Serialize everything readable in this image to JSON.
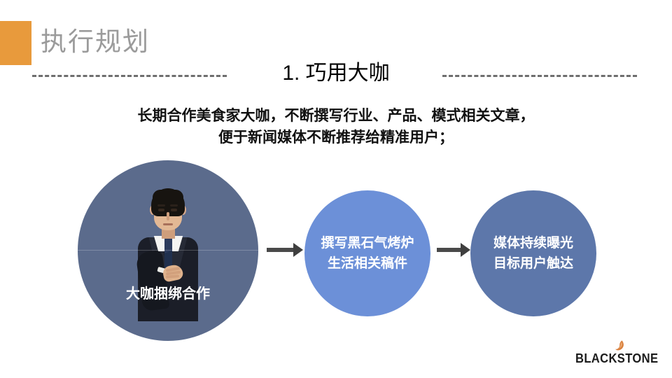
{
  "slide": {
    "header": {
      "accent_color": "#E89A3C",
      "title": "执行规划",
      "title_color": "#9B9B9B"
    },
    "section": {
      "title": "1. 巧用大咖",
      "rule_style": "dashed",
      "rule_color": "#6E6E6E"
    },
    "body": {
      "line1": "长期合作美食家大咖，不断撰写行业、产品、模式相关文章，",
      "line2": "便于新闻媒体不断推荐给精准用户；"
    },
    "flow": {
      "nodes": [
        {
          "id": "node-1",
          "label": "大咖捆绑合作",
          "color": "#5B6B8C",
          "has_photo": true,
          "photo_alt": "商务男士手抚胸口"
        },
        {
          "id": "node-2",
          "line1": "撰写黑石气烤炉",
          "line2": "生活相关稿件",
          "color": "#6C90D8",
          "has_photo": false
        },
        {
          "id": "node-3",
          "line1": "媒体持续曝光",
          "line2": "目标用户触达",
          "color": "#5D77AA",
          "has_photo": false
        }
      ],
      "connectors": [
        {
          "id": "arrow-1",
          "direction": "right",
          "color": "#4A4A4A"
        },
        {
          "id": "arrow-2",
          "direction": "right",
          "color": "#4A4A4A"
        }
      ]
    },
    "logo": {
      "wordmark": "BLACKSTONE",
      "mark_color": "#D9813F",
      "text_color": "#1C1C1C"
    }
  }
}
